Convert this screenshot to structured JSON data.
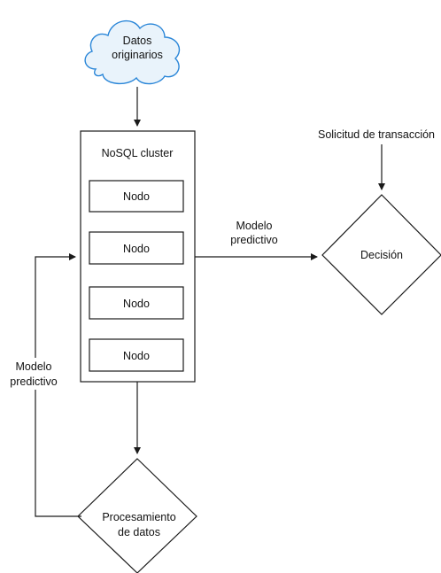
{
  "diagram": {
    "cloud": {
      "line1": "Datos",
      "line2": "originarios",
      "colors": {
        "fill": "#e9f3fb",
        "stroke": "#2a86d8"
      }
    },
    "cluster": {
      "title": "NoSQL cluster",
      "nodes": [
        "Nodo",
        "Nodo",
        "Nodo",
        "Nodo"
      ]
    },
    "decision": {
      "label": "Decisión"
    },
    "processing": {
      "line1": "Procesamiento",
      "line2": "de datos"
    },
    "request_label": "Solicitud de transacción",
    "model_right": {
      "line1": "Modelo",
      "line2": "predictivo"
    },
    "model_left": {
      "line1": "Modelo",
      "line2": "predictivo"
    }
  }
}
